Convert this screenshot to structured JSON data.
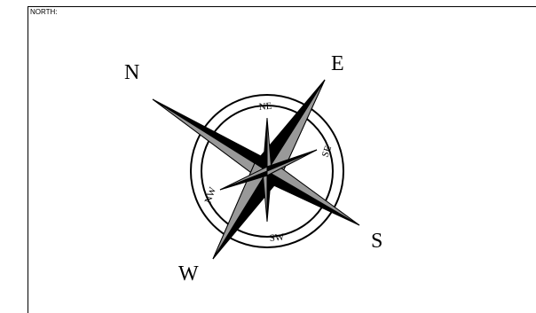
{
  "header": {
    "north_label": "NORTH:"
  },
  "compass": {
    "cardinals": {
      "north": "N",
      "east": "E",
      "south": "S",
      "west": "W"
    },
    "ring_labels": {
      "northeast": "NE",
      "southeast": "SE",
      "southwest": "SW",
      "northwest": "NW"
    },
    "colors": {
      "stroke": "#000000",
      "dark_fill": "#000000",
      "light_fill": "#999999",
      "background": "#ffffff"
    }
  }
}
